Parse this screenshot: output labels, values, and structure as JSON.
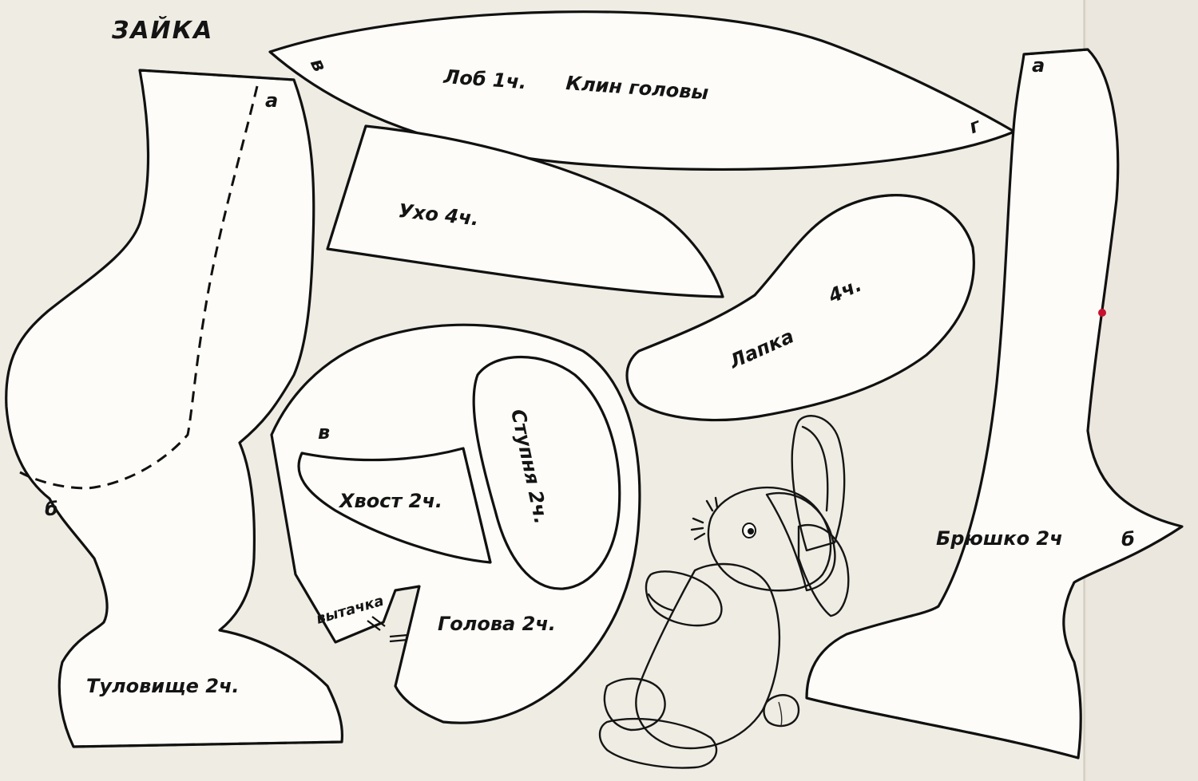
{
  "title": "ЗАЙКА",
  "pieces": {
    "forehead": {
      "label_a": "Лоб 1ч.",
      "label_b": "Клин головы",
      "mark_left": "в",
      "mark_right": "г"
    },
    "ear": {
      "label": "Ухо 4ч."
    },
    "paw": {
      "label_a": "Лапка",
      "label_b": "4ч."
    },
    "body": {
      "label": "Туловище 2ч.",
      "mark_top": "а",
      "mark_bottom": "б"
    },
    "head": {
      "label": "Голова 2ч.",
      "mark": "в",
      "dart_label": "вытачка"
    },
    "tail": {
      "label": "Хвост 2ч."
    },
    "foot": {
      "label": "Ступня 2ч."
    },
    "belly": {
      "label": "Брюшко 2ч",
      "mark_top": "а",
      "mark_bottom": "б"
    }
  },
  "colors": {
    "paper": "#efece3",
    "piece_fill": "#fdfcf8",
    "ink": "#111111",
    "red_dot": "#c8102e"
  }
}
